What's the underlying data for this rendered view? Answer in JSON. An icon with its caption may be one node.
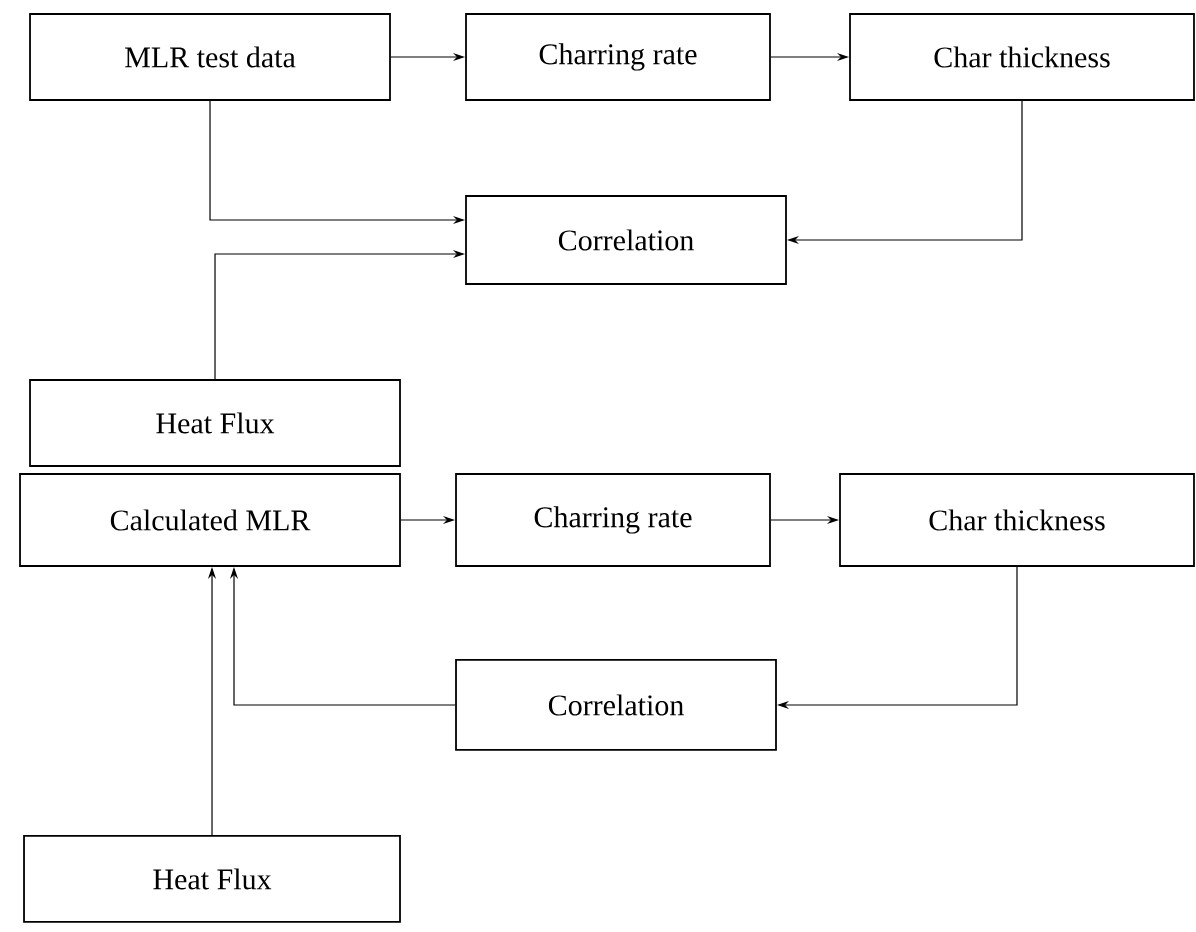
{
  "diagram": {
    "nodes": [
      {
        "text": [
          "MLR test data"
        ]
      },
      {
        "text": [
          "Charring rate"
        ]
      },
      {
        "text": [
          "Char thickness"
        ]
      },
      {
        "text": [
          "Correlation"
        ]
      },
      {
        "text": [
          "Heat Flux"
        ]
      },
      {
        "text": [
          "Calculated MLR"
        ]
      },
      {
        "text": [
          "Charring rate"
        ]
      },
      {
        "text": [
          "Char thickness"
        ]
      },
      {
        "text": [
          "Correlation"
        ]
      },
      {
        "text": [
          "Heat Flux"
        ]
      }
    ],
    "edges": [
      {
        "from": 0,
        "to": 1,
        "arrow": "to"
      },
      {
        "from": 1,
        "to": 2,
        "arrow": "to"
      },
      {
        "from": 0,
        "to": 3,
        "arrow": "to"
      },
      {
        "from": 2,
        "to": 3,
        "arrow": "to"
      },
      {
        "from": 4,
        "to": 3,
        "arrow": "to"
      },
      {
        "from": 5,
        "to": 6,
        "arrow": "to"
      },
      {
        "from": 6,
        "to": 7,
        "arrow": "to"
      },
      {
        "from": 7,
        "to": 8,
        "arrow": "to"
      },
      {
        "from": 8,
        "to": 5,
        "arrow": "to"
      },
      {
        "from": 9,
        "to": 5,
        "arrow": "to"
      }
    ]
  }
}
